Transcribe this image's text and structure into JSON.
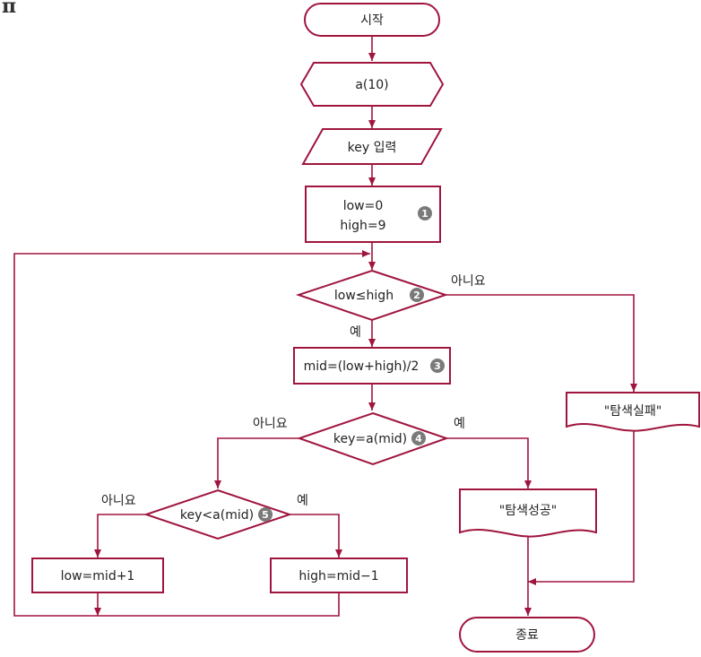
{
  "colors": {
    "stroke": "#a0153e",
    "text": "#222222",
    "badge": "#7a7a7a"
  },
  "nodes": {
    "start": "시작",
    "array": "a(10)",
    "input": "key 입력",
    "init_low": "low=0",
    "init_high": "high=9",
    "cond_loop": "low≤high",
    "mid_calc": "mid=(low+high)/2",
    "cond_equal": "key=a(mid)",
    "cond_less": "key<a(mid)",
    "set_low": "low=mid+1",
    "set_high": "high=mid−1",
    "out_fail": "\"탐색실패\"",
    "out_success": "\"탐색성공\"",
    "end": "종료"
  },
  "labels": {
    "loop_no": "아니요",
    "loop_yes": "예",
    "equal_no": "아니요",
    "equal_yes": "예",
    "less_no": "아니요",
    "less_yes": "예"
  },
  "badges": [
    "1",
    "2",
    "3",
    "4",
    "5"
  ]
}
